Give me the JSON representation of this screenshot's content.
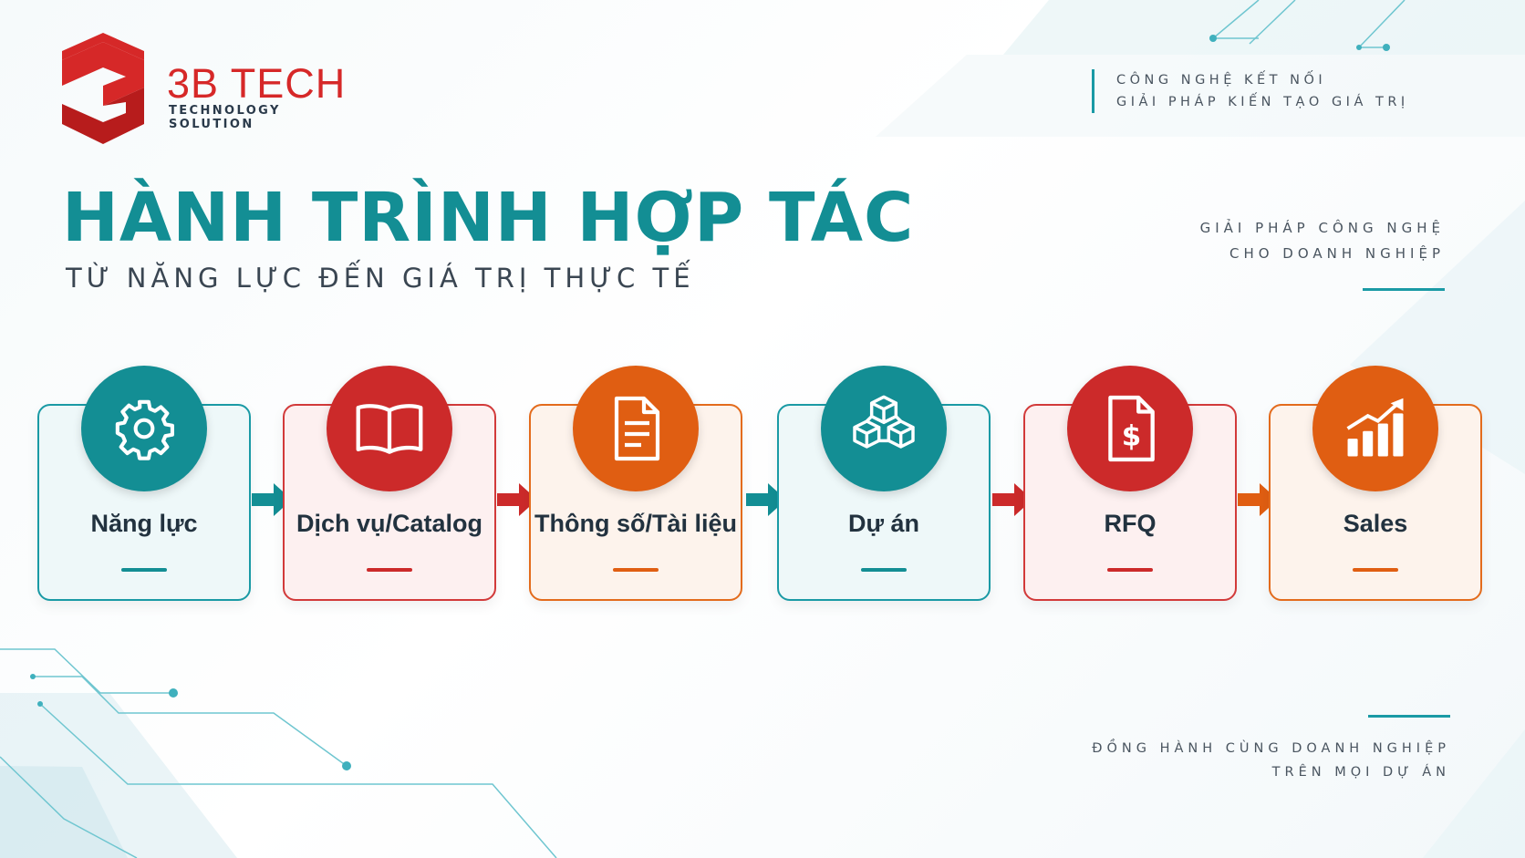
{
  "brand": {
    "name": "3B TECH",
    "sub": "TECHNOLOGY SOLUTION"
  },
  "tagline_top": [
    "CÔNG NGHỆ KẾT NỐI",
    "GIẢI PHÁP KIẾN TẠO GIÁ TRỊ"
  ],
  "title": "HÀNH TRÌNH HỢP TÁC",
  "subtitle": "TỪ NĂNG LỰC ĐẾN GIÁ TRỊ THỰC TẾ",
  "tagline_mid": [
    "GIẢI PHÁP CÔNG NGHỆ",
    "CHO DOANH NGHIỆP"
  ],
  "tagline_bottom": [
    "ĐỒNG HÀNH CÙNG DOANH NGHIỆP",
    "TRÊN MỌI DỰ ÁN"
  ],
  "colors": {
    "teal": "#138e94",
    "red": "#cc2a2a",
    "orange": "#e05e12"
  },
  "steps": [
    {
      "label": "Năng lực",
      "icon": "gear-icon",
      "color": "teal"
    },
    {
      "label": "Dịch vụ/Catalog",
      "icon": "book-icon",
      "color": "red"
    },
    {
      "label": "Thông số/Tài liệu",
      "icon": "document-icon",
      "color": "orange"
    },
    {
      "label": "Dự án",
      "icon": "cubes-icon",
      "color": "teal"
    },
    {
      "label": "RFQ",
      "icon": "quote-document-icon",
      "color": "red"
    },
    {
      "label": "Sales",
      "icon": "growth-chart-icon",
      "color": "orange"
    }
  ]
}
